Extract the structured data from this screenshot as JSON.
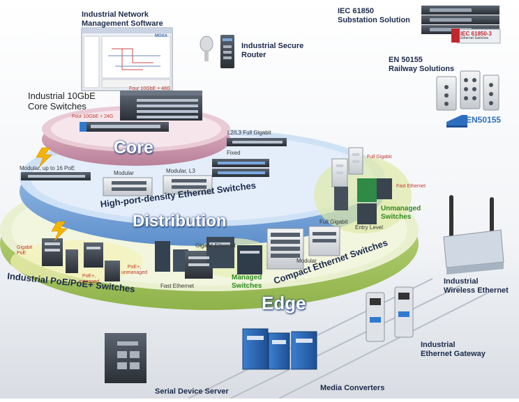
{
  "tiers": {
    "core": "Core",
    "distribution": "Distribution",
    "edge": "Edge"
  },
  "rings": {
    "core_ring": "High-port-density Ethernet Switches",
    "edge_left": "Industrial PoE/PoE+ Switches",
    "edge_right": "Compact Ethernet Switches"
  },
  "solutions": {
    "nms": [
      "Industrial Network",
      "Management Software"
    ],
    "router": [
      "Industrial Secure",
      "Router"
    ],
    "iec61850": [
      "IEC 61850",
      "Substation Solution"
    ],
    "iec_badge": "IEC 61850-3",
    "iec_badge_sub": "Ethernet Switches",
    "en50155": [
      "EN 50155",
      "Railway Solutions"
    ],
    "en50155_badge": "EN50155",
    "core10g": [
      "Industrial 10GbE",
      "Core Switches"
    ],
    "wireless": [
      "Industrial",
      "Wireless Ethernet"
    ],
    "gateway": [
      "Industrial",
      "Ethernet Gateway"
    ],
    "serial": "Serial Device Server",
    "media": "Media Converters"
  },
  "small_labels": {
    "four_10gbe_48g": "Four 10GbE + 48G",
    "four_10gbe_24g": "Four 10GbE + 24G",
    "l2l3_full_gigabit": "L2/L3 Full Gigabit",
    "fixed": "Fixed",
    "modular_poe": "Modular, up to 16 PoE",
    "modular": "Modular",
    "modular_l3": "Modular, L3",
    "full_gigabit_top": "Full Gigabit",
    "fast_ethernet_right": "Fast Ethernet",
    "entry_level": "Entry Level",
    "unmanaged_switches": [
      "Unmanaged",
      "Switches"
    ],
    "full_gigabit_mid": "Full Gigabit",
    "gigabit_ethernet": "Gigabit Ethernet",
    "modular_edge": "Modular",
    "managed_switches": [
      "Managed",
      "Switches"
    ],
    "fast_ethernet_edge": "Fast Ethernet",
    "gigabit_poe": [
      "Gigabit",
      "PoE"
    ],
    "poe_managed": [
      "PoE+,",
      "managed"
    ],
    "poe_unmanaged": [
      "PoE+,",
      "unmanaged"
    ],
    "moxa_logo": "MOXA"
  },
  "colors": {
    "core_ring": "#d8a6b8",
    "core_top": "#f3dbe3",
    "dist_ring": "#8fb8e3",
    "dist_top": "#dbe8f6",
    "edge_ring": "#b9d37a",
    "edge_top": "#eef3d6",
    "tier_text_outline": "#1a3d7a",
    "label_dark": "#1b2a4a",
    "label_green": "#2f8a1e",
    "label_red": "#b0321e"
  },
  "icons": [
    "lightning-icon",
    "switch-icon",
    "router-icon",
    "antenna-icon",
    "gateway-icon",
    "train-icon"
  ]
}
